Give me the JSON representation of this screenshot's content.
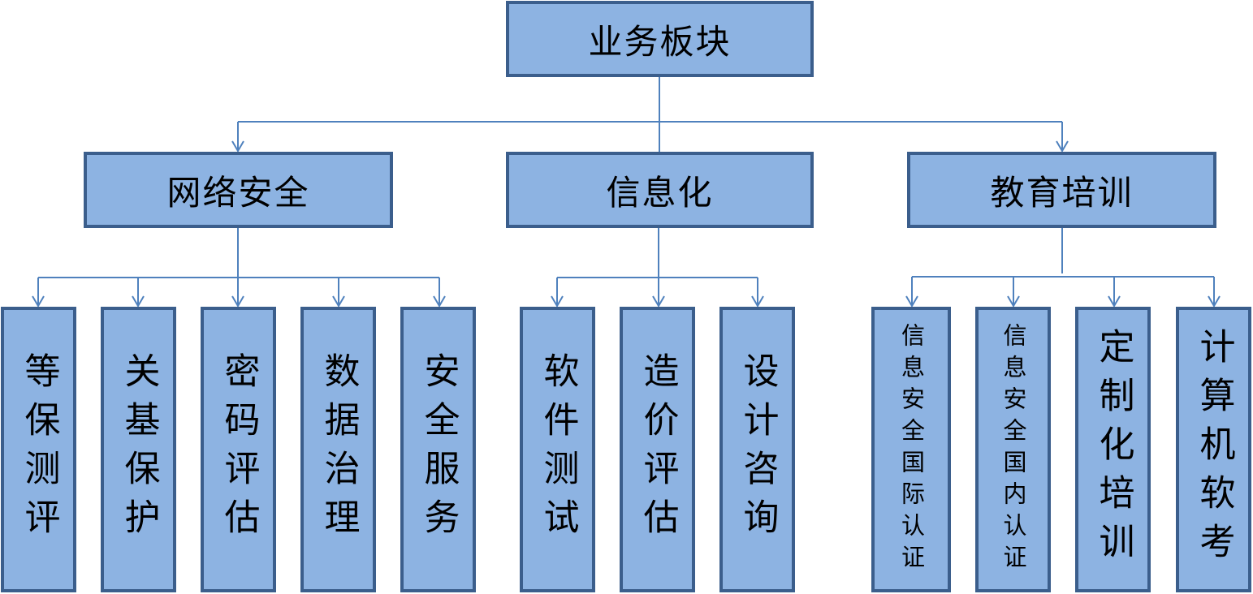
{
  "colors": {
    "box_fill": "#8DB3E2",
    "box_border": "#3B5E8C",
    "connector": "#4F81BD"
  },
  "root": {
    "id": "root",
    "label": "业务板块"
  },
  "branches": [
    {
      "id": "b0",
      "label": "网络安全",
      "children": [
        {
          "id": "b0c0",
          "label": "等保测评"
        },
        {
          "id": "b0c1",
          "label": "关基保护"
        },
        {
          "id": "b0c2",
          "label": "密码评估"
        },
        {
          "id": "b0c3",
          "label": "数据治理"
        },
        {
          "id": "b0c4",
          "label": "安全服务"
        }
      ]
    },
    {
      "id": "b1",
      "label": "信息化",
      "children": [
        {
          "id": "b1c0",
          "label": "软件测试"
        },
        {
          "id": "b1c1",
          "label": "造价评估"
        },
        {
          "id": "b1c2",
          "label": "设计咨询"
        }
      ]
    },
    {
      "id": "b2",
      "label": "教育培训",
      "children": [
        {
          "id": "b2c0",
          "label": "信息安全国际认证"
        },
        {
          "id": "b2c1",
          "label": "信息安全国内认证"
        },
        {
          "id": "b2c2",
          "label": "定制化培训"
        },
        {
          "id": "b2c3",
          "label": "计算机软考"
        }
      ]
    }
  ]
}
